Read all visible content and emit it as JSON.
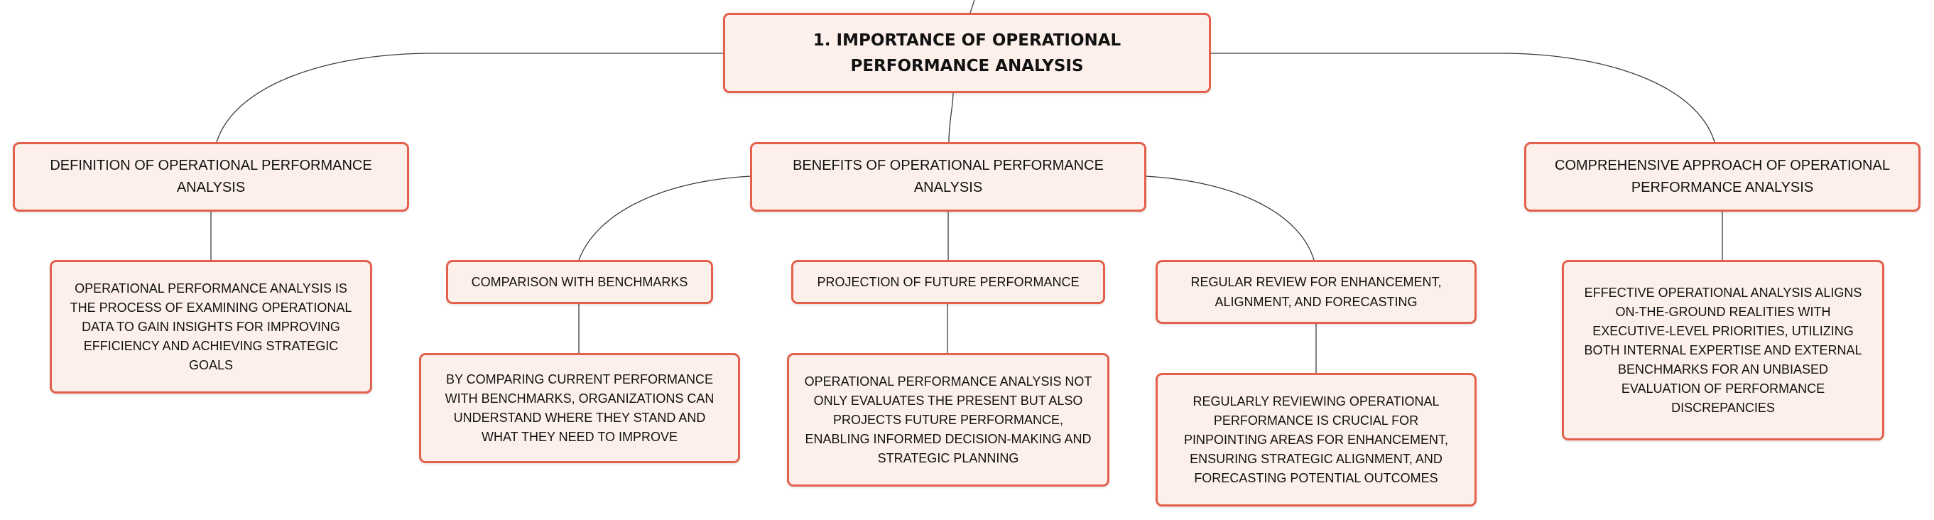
{
  "map": {
    "root": "1. IMPORTANCE OF OPERATIONAL PERFORMANCE ANALYSIS",
    "branches": [
      {
        "title": "DEFINITION OF OPERATIONAL PERFORMANCE ANALYSIS",
        "detail": "OPERATIONAL PERFORMANCE ANALYSIS IS THE PROCESS OF EXAMINING OPERATIONAL DATA TO GAIN INSIGHTS FOR IMPROVING EFFICIENCY AND ACHIEVING STRATEGIC GOALS"
      },
      {
        "title": "BENEFITS OF OPERATIONAL PERFORMANCE ANALYSIS",
        "children": [
          {
            "title": "COMPARISON WITH BENCHMARKS",
            "detail": "BY COMPARING CURRENT PERFORMANCE WITH BENCHMARKS, ORGANIZATIONS CAN UNDERSTAND WHERE THEY STAND AND WHAT THEY NEED TO IMPROVE"
          },
          {
            "title": "PROJECTION OF FUTURE PERFORMANCE",
            "detail": "OPERATIONAL PERFORMANCE ANALYSIS NOT ONLY EVALUATES THE PRESENT BUT ALSO PROJECTS FUTURE PERFORMANCE, ENABLING INFORMED DECISION-MAKING AND STRATEGIC PLANNING"
          },
          {
            "title": "REGULAR REVIEW FOR ENHANCEMENT, ALIGNMENT, AND FORECASTING",
            "detail": "REGULARLY REVIEWING OPERATIONAL PERFORMANCE IS CRUCIAL FOR PINPOINTING AREAS FOR ENHANCEMENT, ENSURING STRATEGIC ALIGNMENT, AND FORECASTING POTENTIAL OUTCOMES"
          }
        ]
      },
      {
        "title": "COMPREHENSIVE APPROACH OF OPERATIONAL PERFORMANCE ANALYSIS",
        "detail": "EFFECTIVE OPERATIONAL ANALYSIS ALIGNS ON-THE-GROUND REALITIES WITH EXECUTIVE-LEVEL PRIORITIES, UTILIZING BOTH INTERNAL EXPERTISE AND EXTERNAL BENCHMARKS FOR AN UNBIASED EVALUATION OF PERFORMANCE DISCREPANCIES"
      }
    ]
  },
  "colors": {
    "node_fill": "#fdf0eb",
    "node_border": "#e4604c",
    "connector": "#3c3c3c",
    "text": "#111111"
  }
}
